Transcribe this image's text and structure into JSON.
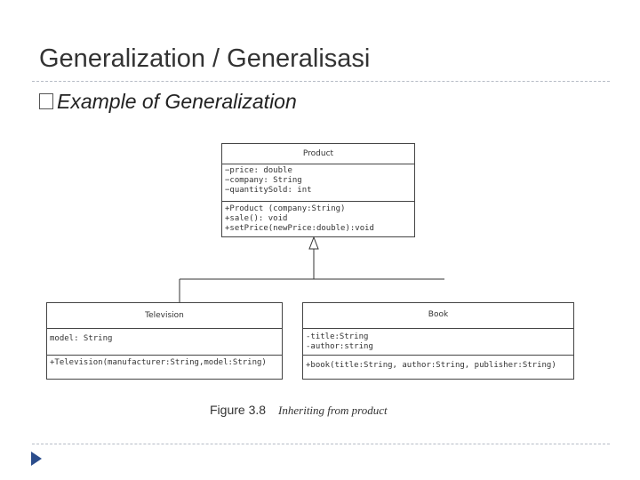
{
  "slide": {
    "title": "Generalization / Generalisasi",
    "bullet": "Example of Generalization"
  },
  "uml": {
    "product": {
      "name": "Product",
      "attributes": [
        "−price: double",
        "−company: String",
        "−quantitySold: int"
      ],
      "operations": [
        "+Product (company:String)",
        "+sale(): void",
        "+setPrice(newPrice:double):void"
      ]
    },
    "television": {
      "name": "Television",
      "attributes": [
        "model: String"
      ],
      "operations": [
        "+Television(manufacturer:String,model:String)"
      ]
    },
    "book": {
      "name": "Book",
      "attributes": [
        "-title:String",
        "-author:string"
      ],
      "operations": [
        "+book(title:String, author:String, publisher:String)"
      ]
    }
  },
  "figure": {
    "label": "Figure 3.8",
    "caption": "Inheriting from product"
  },
  "icons": {
    "bullet": "square-bullet-icon",
    "nav": "triangle-arrow-icon"
  },
  "colors": {
    "divider": "#b6bcc6",
    "nav_arrow": "#2b4d8c"
  }
}
